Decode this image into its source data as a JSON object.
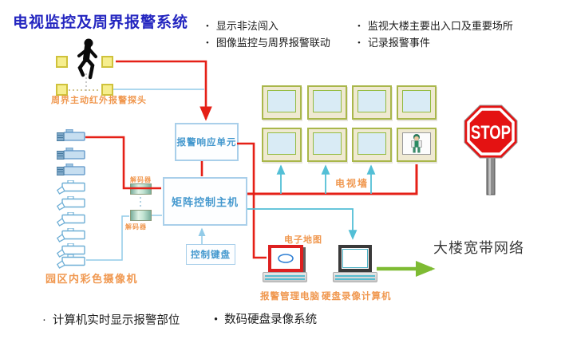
{
  "title": {
    "text": "电视监控及周界报警系统",
    "color": "#2426c0"
  },
  "bullets": {
    "top_left": [
      "显示非法闯入",
      "图像监控与周界报警联动"
    ],
    "top_right": [
      "监视大楼主要出入口及重要场所",
      "记录报警事件"
    ],
    "bottom_1_dot": "·",
    "bottom_1": "计算机实时显示报警部位",
    "bottom_2_dot": "•",
    "bottom_2": "数码硬盘录像系统"
  },
  "nodes": {
    "ir_detectors": {
      "label": "周界主动红外报警探头",
      "count": 4
    },
    "alarm_response_unit": {
      "label": "报警响应单元"
    },
    "matrix_controller": {
      "label": "矩阵控制主机"
    },
    "control_keyboard": {
      "label": "控制键盘"
    },
    "campus_cameras": {
      "label": "园区内彩色摄像机",
      "count": 9
    },
    "decoder_upper": {
      "label": "解码器"
    },
    "decoder_lower": {
      "label": "解码器"
    },
    "tv_wall": {
      "label": "电视墙",
      "rows": 2,
      "cols": 4,
      "intruder_on_monitor": 8
    },
    "e_map": {
      "label": "电子地图"
    },
    "alarm_pc": {
      "label": "报警管理电脑"
    },
    "dvr_pc": {
      "label": "硬盘录像计算机"
    },
    "broadband_network": {
      "label": "大楼宽带网络"
    },
    "stop_sign": {
      "label": "STOP"
    }
  },
  "connections": [
    "周界主动红外报警探头 → 报警响应单元 (red)",
    "周界主动红外报警探头 → 报警响应单元 (blue)",
    "报警响应单元 → 矩阵控制主机 (red)",
    "园区内彩色摄像机 → 矩阵控制主机 (red, via 解码器)",
    "园区内彩色摄像机 → 解码器 → 矩阵控制主机 (blue)",
    "控制键盘 → 矩阵控制主机 (blue, arrow up)",
    "矩阵控制主机 → 电视墙 monitor 8 (red)",
    "电视墙 monitors 5-7 drops (teal, arrows up)",
    "矩阵控制主机 → 硬盘录像计算机 (teal, arrow down)",
    "报警响应单元 → 报警管理电脑 (red)",
    "硬盘录像计算机 → 大楼宽带网络 (green arrow)"
  ],
  "colors": {
    "title_blue": "#2426c0",
    "line_red": "#e52017",
    "line_teal": "#53bfd6",
    "line_lightblue": "#92cbe8",
    "box_border": "#a9cfea",
    "box_text": "#4498ce",
    "label_orange": "#f09850",
    "monitor_frame": "#a9b74b",
    "monitor_body": "#efe9d2",
    "monitor_screen": "#d9ebf5",
    "sensor_yellow": "#f6ee8e",
    "arrow_green": "#7ebb33",
    "stop_red": "#e41212"
  }
}
